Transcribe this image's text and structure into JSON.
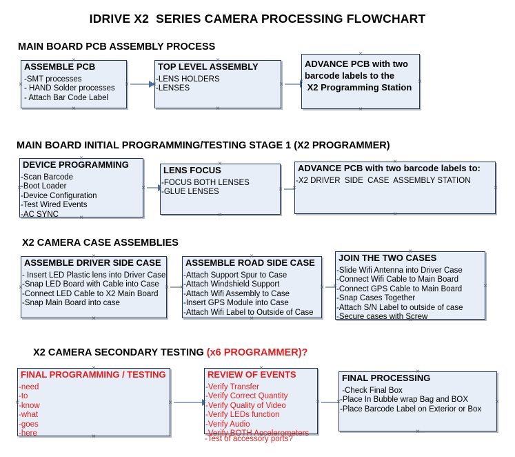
{
  "document": {
    "title": "IDRIVE X2  SERIES CAMERA PROCESSING FLOWCHART",
    "accent_red": "#e02020",
    "box_fill": "#e8eef7",
    "box_border": "#26374d",
    "connector_color": "#93a8c2",
    "arrowhead_color": "#4a6fa5"
  },
  "sections": [
    {
      "heading": "MAIN BOARD PCB ASSEMBLY PROCESS",
      "heading_accent": "",
      "nodes": [
        {
          "title": "ASSEMBLE PCB",
          "lines": [
            "-SMT processes",
            "- HAND Solder processes",
            "- Attach Bar Code Label"
          ],
          "color": "black"
        },
        {
          "title": "TOP LEVEL ASSEMBLY",
          "lines": [
            "-LENS HOLDERS",
            "-LENSES"
          ],
          "color": "black"
        },
        {
          "title": "ADVANCE PCB with two\nbarcode labels to the\n X2 Programming Station",
          "lines": [],
          "color": "black"
        }
      ]
    },
    {
      "heading": "MAIN BOARD INITIAL PROGRAMMING/TESTING STAGE 1 (X2 PROGRAMMER)",
      "heading_accent": "",
      "nodes": [
        {
          "title": "DEVICE PROGRAMMING",
          "lines": [
            "-Scan Barcode",
            "-Boot Loader",
            "-Device Configuration",
            "-Test Wired Events",
            "-AC SYNC"
          ],
          "color": "black"
        },
        {
          "title": "LENS FOCUS",
          "lines": [
            "-FOCUS BOTH LENSES",
            "-GLUE LENSES"
          ],
          "color": "black"
        },
        {
          "title": "ADVANCE PCB with two barcode labels to:",
          "lines": [
            "-X2 DRIVER  SIDE  CASE  ASSEMBLY STATION"
          ],
          "color": "black"
        }
      ]
    },
    {
      "heading": "X2 CAMERA CASE ASSEMBLIES",
      "heading_accent": "",
      "nodes": [
        {
          "title": "ASSEMBLE DRIVER SIDE CASE",
          "lines": [
            "- Insert LED Plastic lens into Driver Case",
            "-Snap LED Board with Cable into Case",
            "-Connect LED Cable to X2 Main Board",
            "-Snap Main Board into case"
          ],
          "color": "black"
        },
        {
          "title": "ASSEMBLE ROAD SIDE CASE",
          "lines": [
            "-Attach Support Spur to Case",
            "-Attach Windshield Support",
            "-Attach Wifi Assembly to Case",
            "-Insert GPS Module into Case",
            "-Attach Wifi Label to Outside of Case"
          ],
          "color": "black"
        },
        {
          "title": "JOIN THE TWO CASES",
          "lines": [
            "-Slide Wifi Antenna into Driver Case",
            "-Connect Wifi Cable to Main Board",
            "-Connect GPS Cable to Main Board",
            "-Snap Cases Together",
            "-Attach S/N Label to outside of case",
            "-Secure cases with Screw"
          ],
          "color": "black"
        }
      ]
    },
    {
      "heading": "X2 CAMERA SECONDARY TESTING ",
      "heading_accent": "(x6 PROGRAMMER)?",
      "nodes": [
        {
          "title": "FINAL PROGRAMMING / TESTING",
          "lines": [
            "-need",
            "-to",
            "-know",
            "-what",
            "-goes",
            "-here"
          ],
          "color": "red"
        },
        {
          "title": "REVIEW OF EVENTS",
          "lines": [
            "-Verify Transfer",
            "-Verify Correct Quantity",
            "-Verify Quality of Video",
            "-Verify LEDs function",
            "-Verify Audio",
            "-Verify BOTH Accelerometers"
          ],
          "overflow_line": "-Test of accessory ports?",
          "color": "red"
        },
        {
          "title": "FINAL PROCESSING",
          "lines": [
            " -Check Final Box",
            "-Place In Bubble wrap Bag and BOX",
            "-Place Barcode Label on Exterior or Box"
          ],
          "color": "black"
        }
      ]
    }
  ]
}
